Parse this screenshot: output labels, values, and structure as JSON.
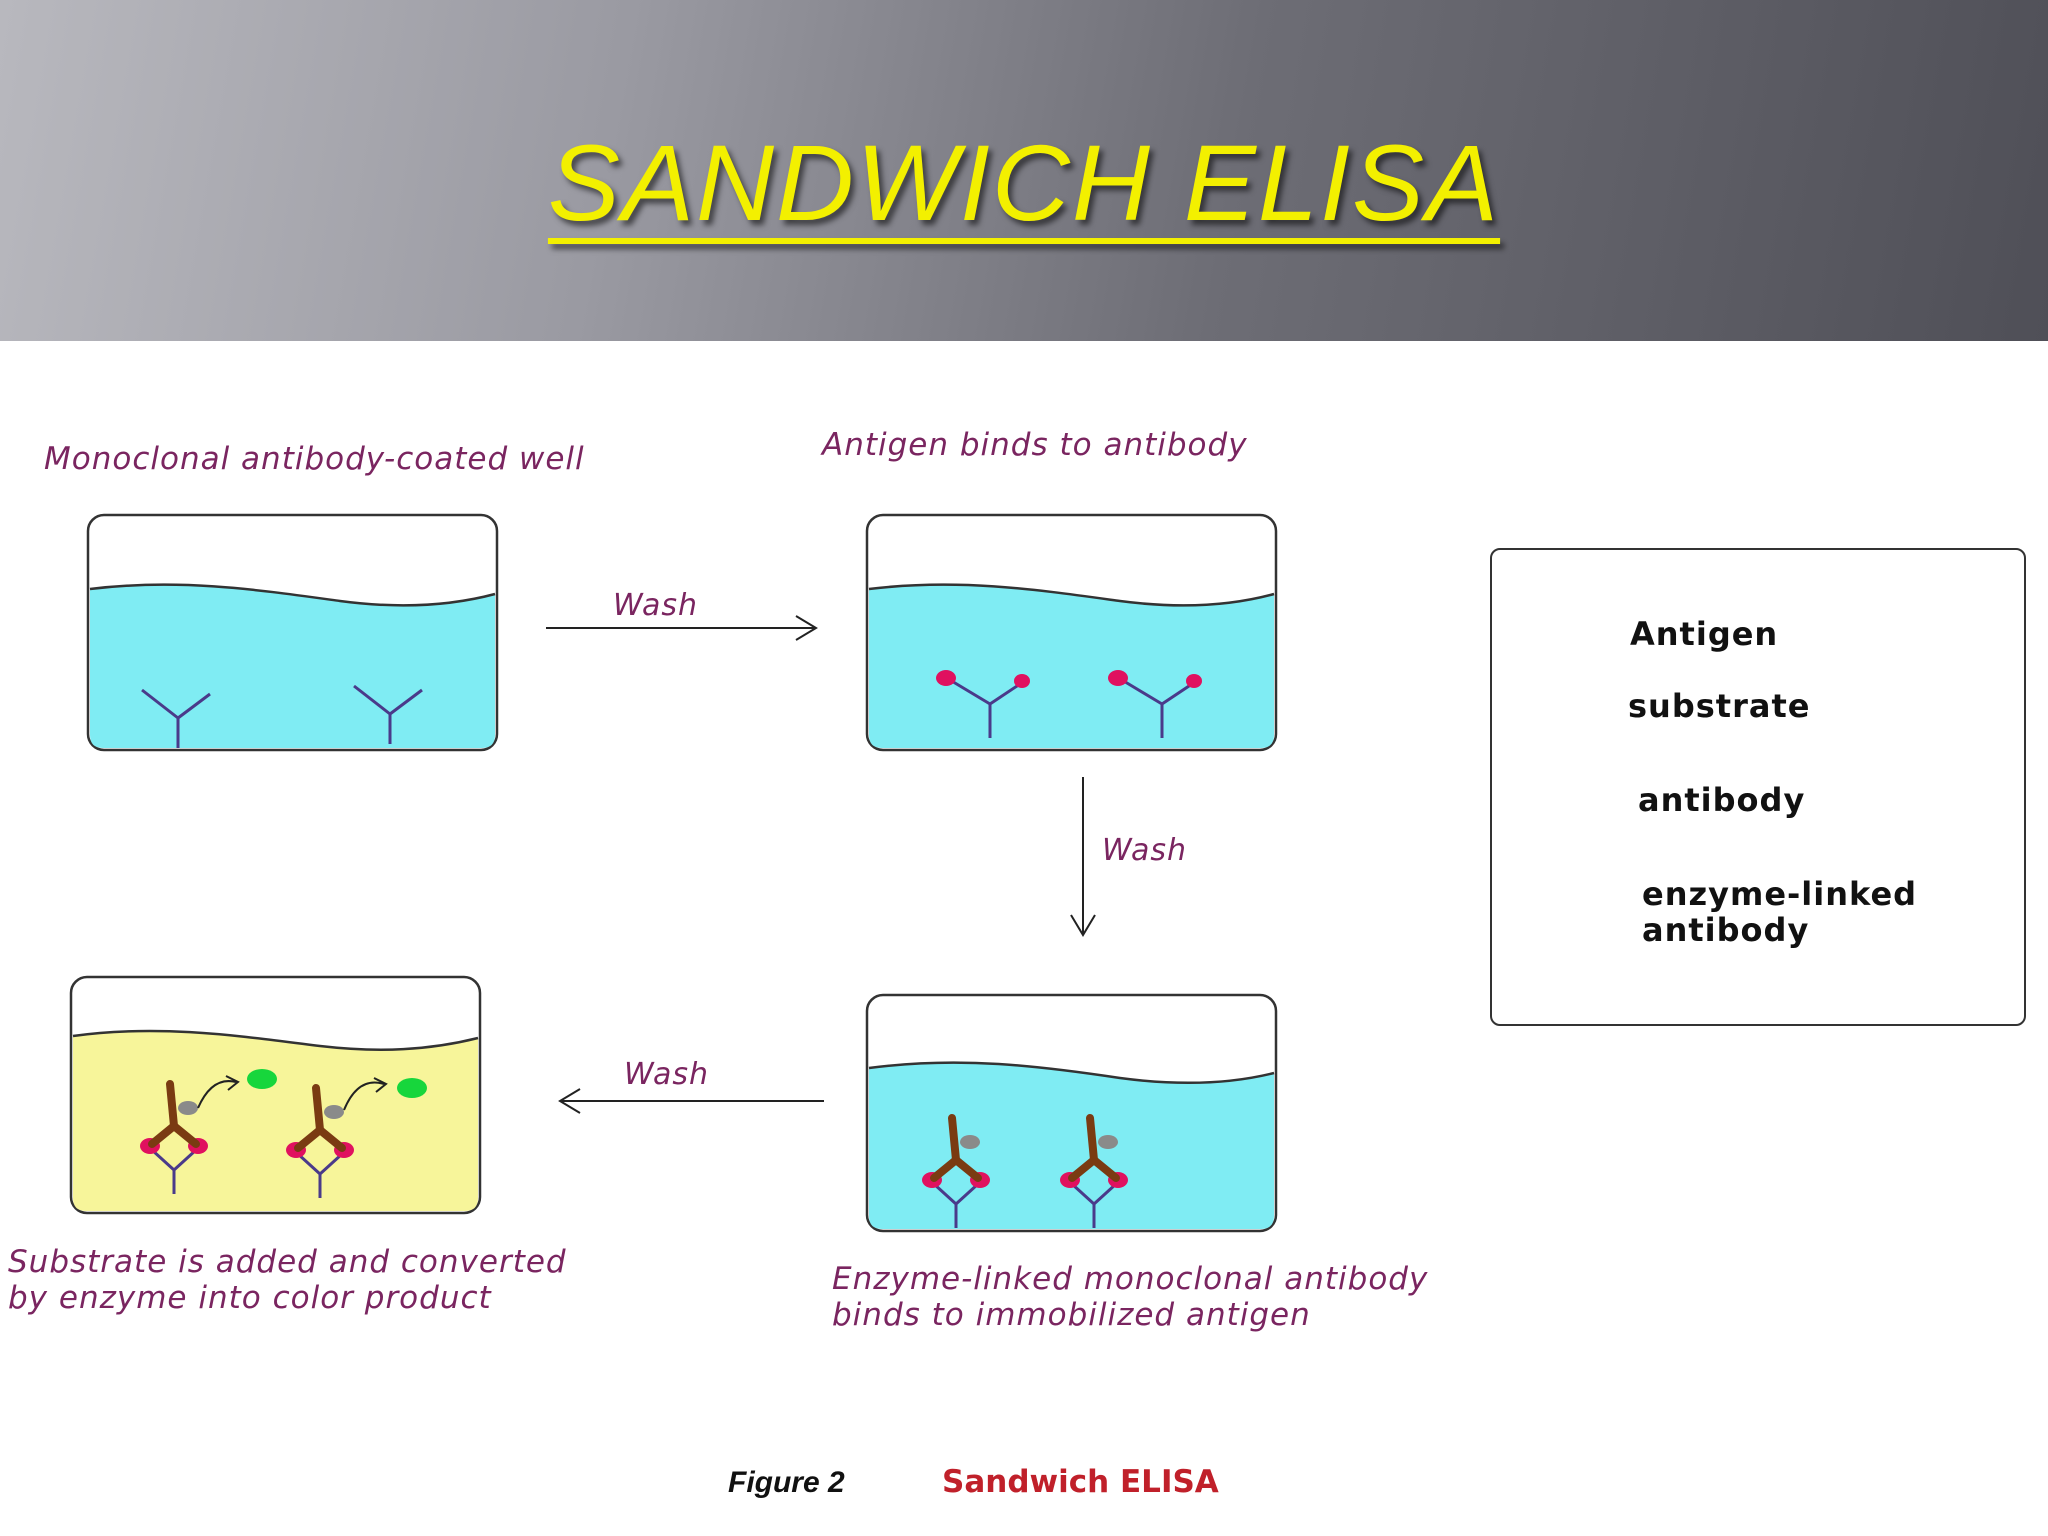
{
  "slide": {
    "title": "SANDWICH ELISA"
  },
  "captions": {
    "step1": "Monoclonal antibody-coated well",
    "step2": "Antigen binds to antibody",
    "step3_line1": "Enzyme-linked monoclonal antibody",
    "step3_line2": "binds to immobilized antigen",
    "step4_line1": "Substrate is added and converted",
    "step4_line2": "by enzyme into color product"
  },
  "arrows": {
    "wash1": "Wash",
    "wash2": "Wash",
    "wash3": "Wash"
  },
  "legend": {
    "antigen": "Antigen",
    "substrate": "substrate",
    "antibody": "antibody",
    "enzyme_line1": "enzyme-linked",
    "enzyme_line2": "antibody"
  },
  "figure": {
    "number": "Figure 2",
    "title": "Sandwich ELISA"
  },
  "colors": {
    "header_text": "#f3f000",
    "well_liquid": "#7fecf3",
    "product_liquid": "#f7f59a",
    "antigen": "#e0115f",
    "substrate": "#17d63c",
    "antibody": "#4a3a8a",
    "enzyme_antibody": "#7a3b12",
    "enzyme": "#8a8a8a",
    "caption_text": "#7a2560",
    "figure_title": "#c0202a"
  }
}
